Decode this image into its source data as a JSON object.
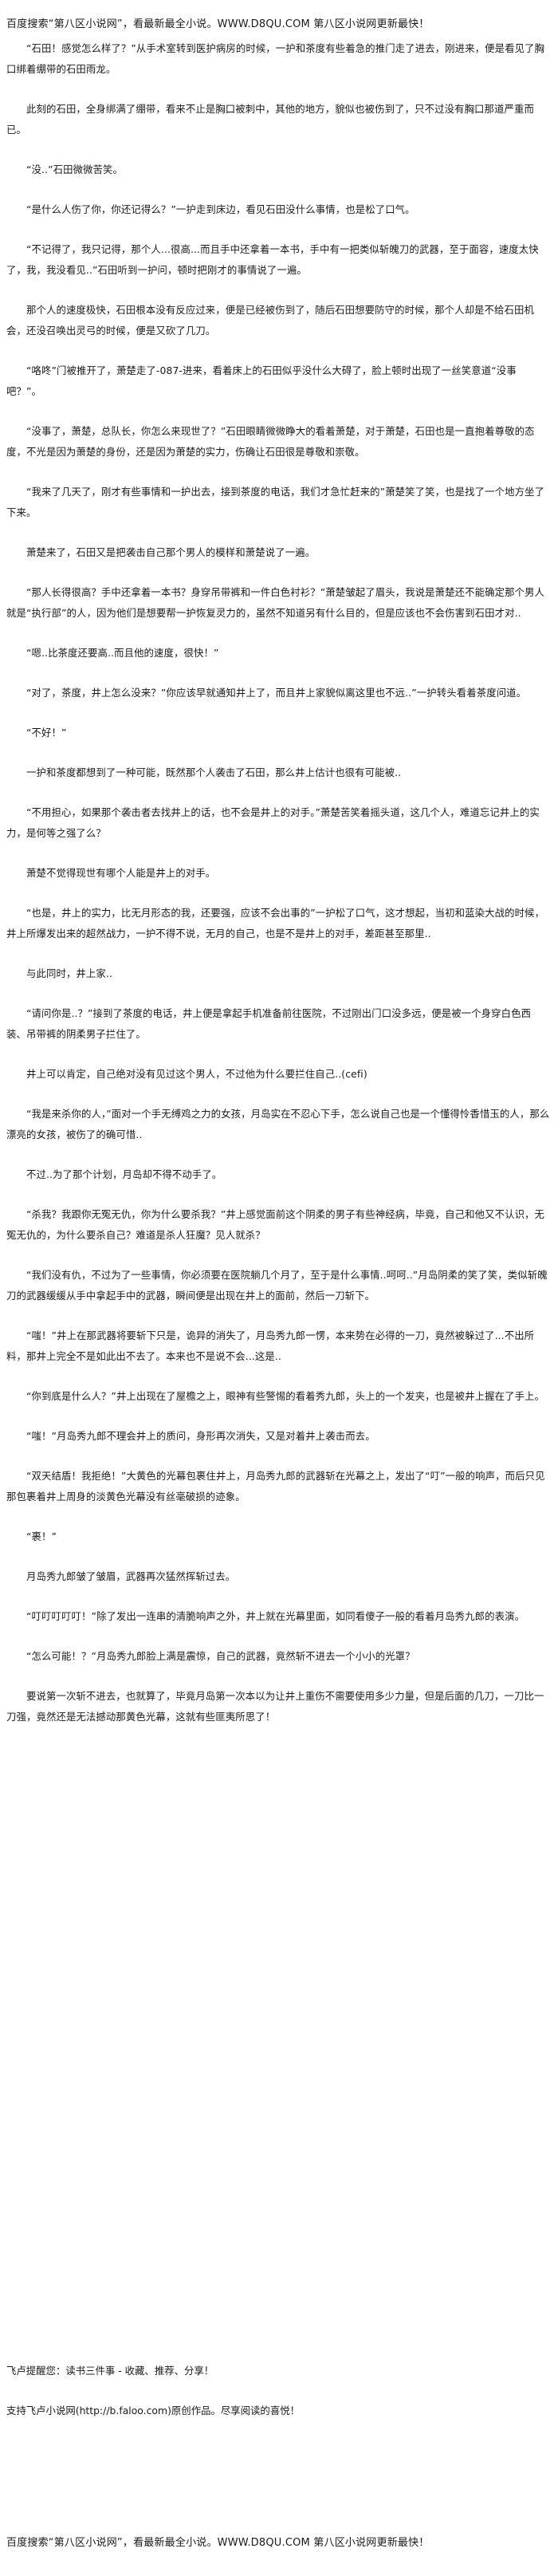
{
  "banner_top": "百度搜索“第八区小说网”，看最新最全小说。WWW.D8QU.COM   第八区小说网更新最快！",
  "paragraphs": [
    "　　“石田！感觉怎么样了？”从手术室转到医护病房的时候，一护和茶度有些着急的推门走了进去，刚进来，便是看见了胸口绑着绷带的石田雨龙。",
    "　　此刻的石田，全身绑满了绷带，看来不止是胸口被刺中，其他的地方，貌似也被伤到了，只不过没有胸口那道严重而已。",
    "　　“没..”石田微微苦笑。",
    "　　“是什么人伤了你，你还记得么？”一护走到床边，看见石田没什么事情，也是松了口气。",
    "　　“不记得了，我只记得，那个人...很高...而且手中还拿着一本书，手中有一把类似斩魄刀的武器，至于面容，速度太快了，我，我没看见..”石田听到一护问，顿时把刚才的事情说了一遍。",
    "　　那个人的速度极快，石田根本没有反应过来，便是已经被伤到了，随后石田想要防守的时候，那个人却是不给石田机会，还没召唤出灵弓的时候，便是又砍了几刀。",
    "　　“咯咚”门被推开了，萧楚走了-087-进来，看着床上的石田似乎没什么大碍了，脸上顿时出现了一丝笑意道“没事吧？”。",
    "　　“没事了，萧楚，总队长，你怎么来现世了？”石田眼睛微微睁大的看着萧楚，对于萧楚，石田也是一直抱着尊敬的态度，不光是因为萧楚的身份，还是因为萧楚的实力，伤确让石田很是尊敬和崇敬。",
    "　　“我来了几天了，刚才有些事情和一护出去，接到茶度的电话，我们才急忙赶来的”萧楚笑了笑，也是找了一个地方坐了下来。",
    "　　萧楚来了，石田又是把袭击自己那个男人的模样和萧楚说了一遍。",
    "　　“那人长得很高？手中还拿着一本书？身穿吊带裤和一件白色衬衫？”萧楚皱起了眉头，我说是萧楚还不能确定那个男人就是“执行部”的人，因为他们是想要帮一护恢复灵力的，虽然不知道另有什么目的，但是应该也不会伤害到石田才对..",
    "　　“嗯..比茶度还要高..而且他的速度，很快！”",
    "　　“对了，茶度，井上怎么没来？”你应该早就通知井上了，而且井上家貌似离这里也不远..”一护转头看着茶度问道。",
    "　　“不好！”",
    "　　一护和茶度都想到了一种可能，既然那个人袭击了石田，那么井上估计也很有可能被..",
    "　　“不用担心，如果那个袭击者去找井上的话，也不会是井上的对手。”萧楚苦笑着摇头道，这几个人，难道忘记井上的实力，是何等之强了么？",
    "　　萧楚不觉得现世有哪个人能是井上的对手。",
    "　　“也是，井上的实力，比无月形态的我，还要强，应该不会出事的”一护松了口气，这才想起，当初和蓝染大战的时候，井上所爆发出来的超然战力，一护不得不说，无月的自己，也是不是井上的对手，差距甚至那里..",
    "　　与此同时，井上家..",
    "　　“请问你是..？”接到了茶度的电话，井上便是拿起手机准备前往医院，不过刚出门口没多远，便是被一个身穿白色西装、吊带裤的阴柔男子拦住了。",
    "　　井上可以肯定，自己绝对没有见过这个男人，不过他为什么要拦住自己..(cefi)",
    "　　“我是来杀你的人，”面对一个手无缚鸡之力的女孩，月岛实在不忍心下手，怎么说自己也是一个懂得怜香惜玉的人，那么漂亮的女孩，被伤了的确可惜..",
    "　　不过..为了那个计划，月岛却不得不动手了。",
    "　　“杀我？我跟你无冤无仇，你为什么要杀我？”井上感觉面前这个阴柔的男子有些神经病，毕竟，自己和他又不认识，无冤无仇的，为什么要杀自己？难道是杀人狂魔？见人就杀？",
    "　　“我们没有仇，不过为了一些事情，你必须要在医院躺几个月了，至于是什么事情..呵呵..”月岛阴柔的笑了笑，类似斩魄刀的武器缓缓从手中拿起手中的武器，瞬间便是出现在井上的面前，然后一刀斩下。",
    "　　“嗤！”井上在那武器将要斩下只是，诡异的消失了，月岛秀九郎一愣，本来势在必得的一刀，竟然被躲过了...不出所料，那井上完全不是如此出不去了。本来也不是说不会...这是..",
    "　　“你到底是什么人？”井上出现在了屋檐之上，眼神有些警惕的看着秀九郎，头上的一个发夹，也是被井上握在了手上。",
    "　　“嗤！”月岛秀九郎不理会井上的质问，身形再次消失，又是对着井上袭击而去。",
    "　　“双天结盾！我拒绝！”大黄色的光幕包裹住井上，月岛秀九郎的武器斩在光幕之上，发出了“叮”一般的响声，而后只见那包裹着井上周身的淡黄色光幕没有丝毫破损的迹象。",
    "　　“裹！”",
    "　　月岛秀九郎皱了皱眉，武器再次猛然挥斩过去。",
    "　　“叮叮叮叮叮！”除了发出一连串的清脆响声之外，井上就在光幕里面，如同看傻子一般的看着月岛秀九郎的表演。",
    "　　“怎么可能！？”月岛秀九郎脸上满是震惊，自己的武器，竟然斩不进去一个小小的光罩？",
    "　　要说第一次斩不进去，也就算了，毕竟月岛第一次本以为让井上重伤不需要使用多少力量，但是后面的几刀，一刀比一刀强，竟然还是无法撼动那黄色光幕，这就有些匪夷所思了！"
  ],
  "closing_line_1": "飞卢提醒您：读书三件事 - 收藏、推荐、分享！",
  "closing_line_2": "支持飞卢小说网(http://b.faloo.com)原创作品。尽享阅读的喜悦！",
  "banner_bottom": "百度搜索“第八区小说网”，看最新最全小说。WWW.D8QU.COM   第八区小说网更新最快！"
}
